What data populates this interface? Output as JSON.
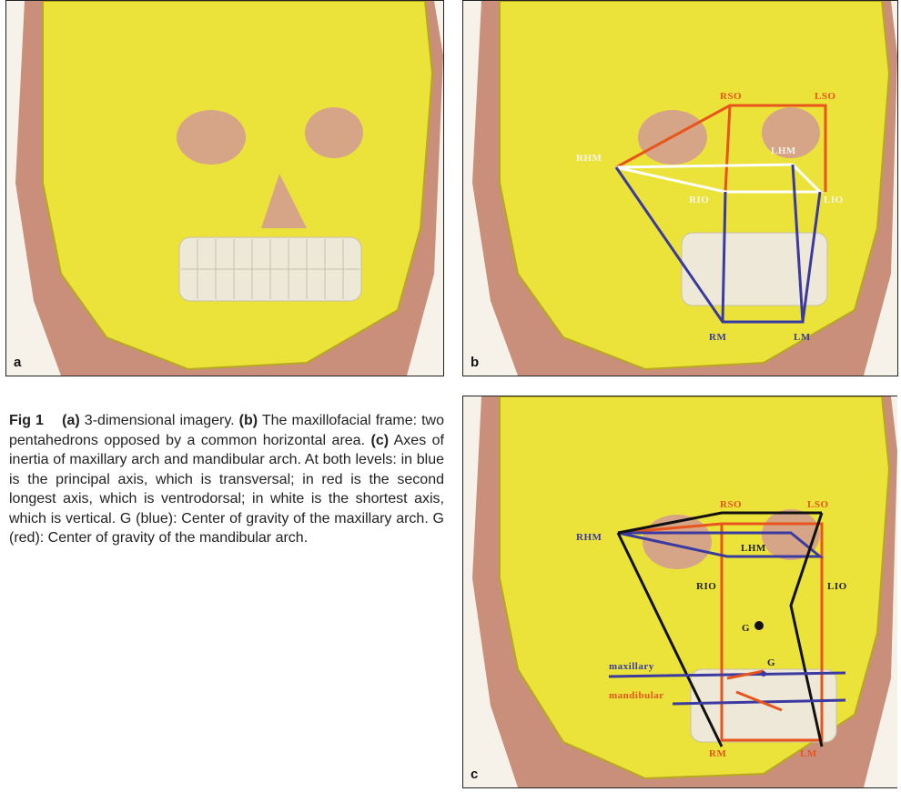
{
  "panels": {
    "a": {
      "letter": "a"
    },
    "b": {
      "letter": "b",
      "labels": {
        "rso": "RSO",
        "lso": "LSO",
        "rhm": "RHM",
        "lhm": "LHM",
        "rio": "RIO",
        "lio": "LIO",
        "rm": "RM",
        "lm": "LM"
      }
    },
    "c": {
      "letter": "c",
      "labels": {
        "rso": "RSO",
        "lso": "LSO",
        "rhm": "RHM",
        "lhm": "LHM",
        "rio": "RIO",
        "lio": "LIO",
        "rm": "RM",
        "lm": "LM",
        "g_blue": "G",
        "g_red": "G",
        "maxillary": "maxillary",
        "mandibular": "mandibular"
      }
    }
  },
  "caption": {
    "fig_label": "Fig 1",
    "a_tag": "(a)",
    "a_text": " 3-dimensional imagery. ",
    "b_tag": "(b)",
    "b_text": " The maxillofacial frame: two pentahedrons opposed by a common horizontal area. ",
    "c_tag": "(c)",
    "c_text": " Axes of inertia of maxillary arch and mandibular arch. At both levels: in blue is the principal axis, which is transversal; in red is the second longest axis, which is ventrodorsal; in white is the shortest axis, which is vertical. G (blue): Center of gravity of the maxillary arch. G (red): Center of gravity of the mandibular arch."
  },
  "colors": {
    "skull": "#ece33a",
    "skin": "#c98f7a",
    "frame_red": "#e8541c",
    "frame_blue": "#3a3aa0",
    "frame_white": "#ffffff",
    "frame_black": "#111111"
  }
}
